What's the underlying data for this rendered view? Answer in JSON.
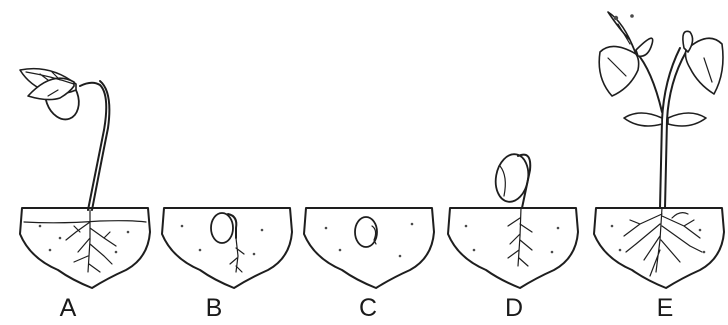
{
  "diagram": {
    "stages": [
      {
        "id": "A",
        "label": "A"
      },
      {
        "id": "B",
        "label": "B"
      },
      {
        "id": "C",
        "label": "C"
      },
      {
        "id": "D",
        "label": "D"
      },
      {
        "id": "E",
        "label": "E"
      }
    ]
  },
  "colors": {
    "ink": "#1e1e1e",
    "background": "#ffffff"
  }
}
